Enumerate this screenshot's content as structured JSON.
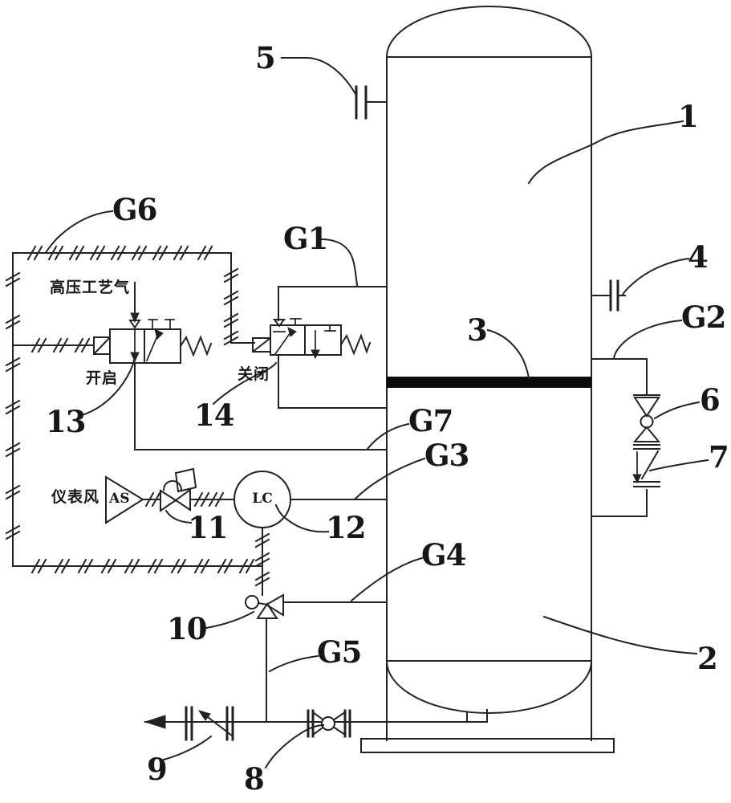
{
  "figure": {
    "colors": {
      "ink": "#222222",
      "paper": "#ffffff",
      "tray_band": "#0b0b0b"
    }
  },
  "part_labels": {
    "p1": "1",
    "p2": "2",
    "p3": "3",
    "p4": "4",
    "p5": "5",
    "p6": "6",
    "p7": "7",
    "p8": "8",
    "p9": "9",
    "p10": "10",
    "p11": "11",
    "p12": "12",
    "p13": "13",
    "p14": "14"
  },
  "line_labels": {
    "g1": "G1",
    "g2": "G2",
    "g3": "G3",
    "g4": "G4",
    "g5": "G5",
    "g6": "G6",
    "g7": "G7"
  },
  "texts": {
    "high_pressure_process_gas": "高压工艺气",
    "open_state": "开启",
    "close_state": "关闭",
    "instrument_air": "仪表风",
    "air_supply": "AS",
    "level_controller": "LC"
  }
}
